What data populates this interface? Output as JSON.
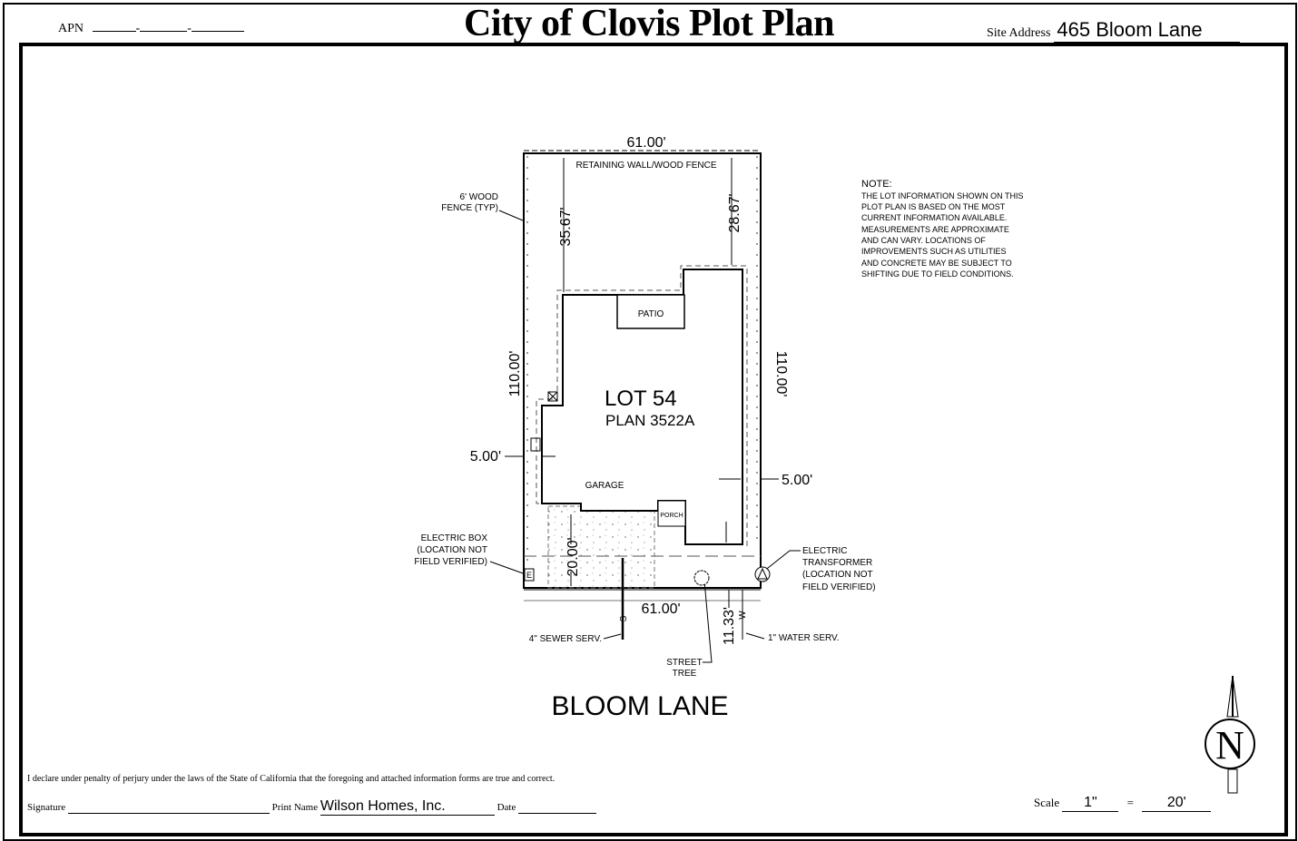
{
  "header": {
    "title": "City of Clovis Plot Plan",
    "apn_label": "APN",
    "site_address_label": "Site Address",
    "site_address": "465 Bloom Lane"
  },
  "plan": {
    "lot": "LOT 54",
    "plan": "PLAN 3522A",
    "street": "BLOOM LANE",
    "rooms": {
      "patio": "PATIO",
      "garage": "GARAGE",
      "porch": "PORCH"
    },
    "dimensions": {
      "top_width": "61.00'",
      "bottom_width": "61.00'",
      "left_depth": "110.00'",
      "right_depth": "110.00'",
      "rear_setback_left": "35.67'",
      "rear_setback_right": "28.67'",
      "side_setback_left": "5.00'",
      "side_setback_right": "5.00'",
      "driveway": "20.00'",
      "water_offset": "11.33'"
    },
    "labels": {
      "retaining_wall": "RETAINING WALL/WOOD FENCE",
      "fence_1": "6' WOOD",
      "fence_2": "FENCE (TYP)",
      "ebox_1": "ELECTRIC BOX",
      "ebox_2": "(LOCATION NOT",
      "ebox_3": "FIELD VERIFIED)",
      "ebox_symbol": "E",
      "trans_1": "ELECTRIC",
      "trans_2": "TRANSFORMER",
      "trans_3": "(LOCATION NOT",
      "trans_4": "FIELD VERIFIED)",
      "sewer": "4\" SEWER SERV.",
      "sewer_symbol": "S",
      "water": "1\" WATER SERV.",
      "water_symbol": "W",
      "tree_1": "STREET",
      "tree_2": "TREE"
    },
    "note": {
      "heading": "NOTE:",
      "lines": [
        "THE LOT INFORMATION SHOWN ON THIS",
        "PLOT PLAN IS BASED ON THE MOST",
        "CURRENT INFORMATION AVAILABLE.",
        "MEASUREMENTS ARE APPROXIMATE",
        "AND CAN VARY. LOCATIONS OF",
        "IMPROVEMENTS SUCH AS UTILITIES",
        "AND CONCRETE MAY BE SUBJECT TO",
        "SHIFTING DUE TO FIELD CONDITIONS."
      ]
    },
    "north": "N"
  },
  "footer": {
    "declaration": "I declare under penalty of perjury under the laws of the State of California that the foregoing and attached information forms are true and correct.",
    "signature_label": "Signature",
    "print_name_label": "Print Name",
    "print_name": "Wilson Homes, Inc.",
    "date_label": "Date",
    "scale_label": "Scale",
    "scale_left": "1\"",
    "scale_eq": "=",
    "scale_right": "20'"
  }
}
